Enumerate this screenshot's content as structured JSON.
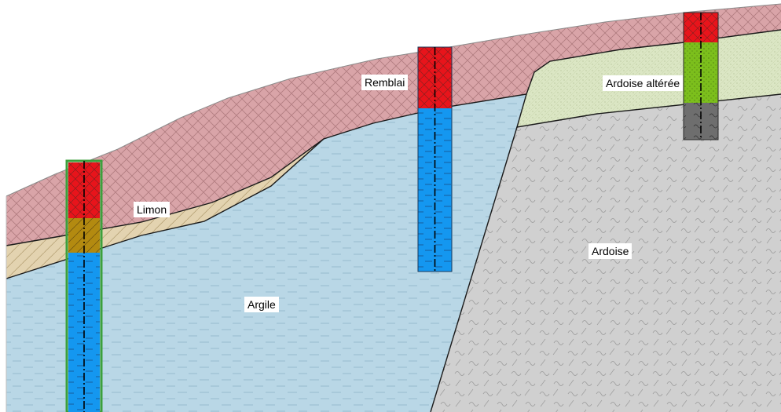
{
  "layers": [
    {
      "id": "remblai",
      "label": "Remblai",
      "fill": "#d9a4a8",
      "pattern": "crosshatch"
    },
    {
      "id": "limon",
      "label": "Limon",
      "fill": "#e3d3b0",
      "pattern": "diagonal"
    },
    {
      "id": "argile",
      "label": "Argile",
      "fill": "#b9d7e6",
      "pattern": "dashes"
    },
    {
      "id": "ardoise-alteree",
      "label": "Ardoise altérée",
      "fill": "#dbe6c4",
      "pattern": "dotted"
    },
    {
      "id": "ardoise",
      "label": "Ardoise",
      "fill": "#d0d0d0",
      "pattern": "waves"
    }
  ],
  "legend_colors": {
    "remblai": "#e8141b",
    "limon": "#b38a10",
    "argile": "#1497f0",
    "ardoise_alteree": "#7cbf1c",
    "ardoise": "#6e6e6e"
  }
}
